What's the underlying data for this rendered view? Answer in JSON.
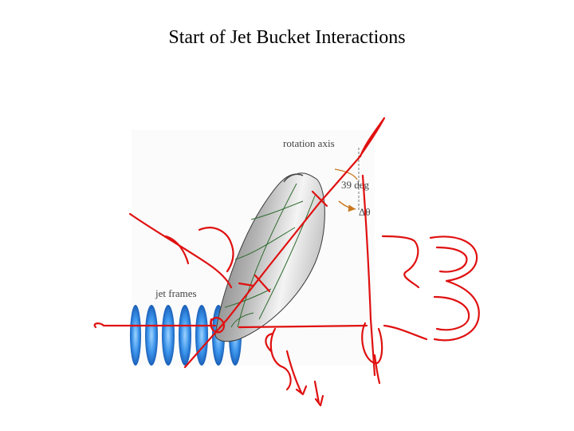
{
  "slide": {
    "title": "Start of Jet Bucket Interactions"
  },
  "figure": {
    "labels": {
      "rotation_axis": "rotation axis",
      "angle": "39 deg",
      "delta_theta": "Δθ",
      "jet_frames": "jet frames"
    },
    "colors": {
      "bucket": "#8a8a8a",
      "bucket_edges": "#2e6b2e",
      "jet": "#2f86e0",
      "angle_arrow": "#c9781e",
      "annotation_ink": "#e01010"
    }
  }
}
